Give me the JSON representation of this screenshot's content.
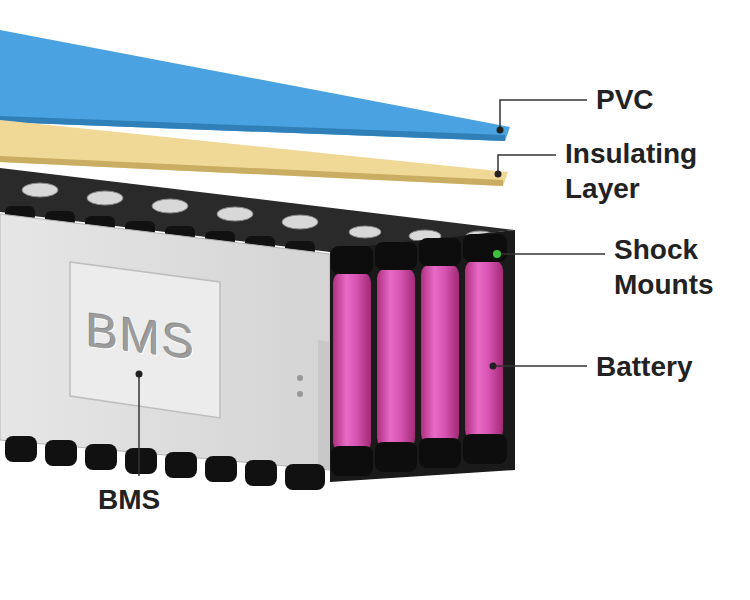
{
  "diagram": {
    "labels": [
      "PVC",
      "Insulating Layer",
      "Shock Mounts",
      "BMS",
      "Battery",
      "BMS"
    ]
  }
}
